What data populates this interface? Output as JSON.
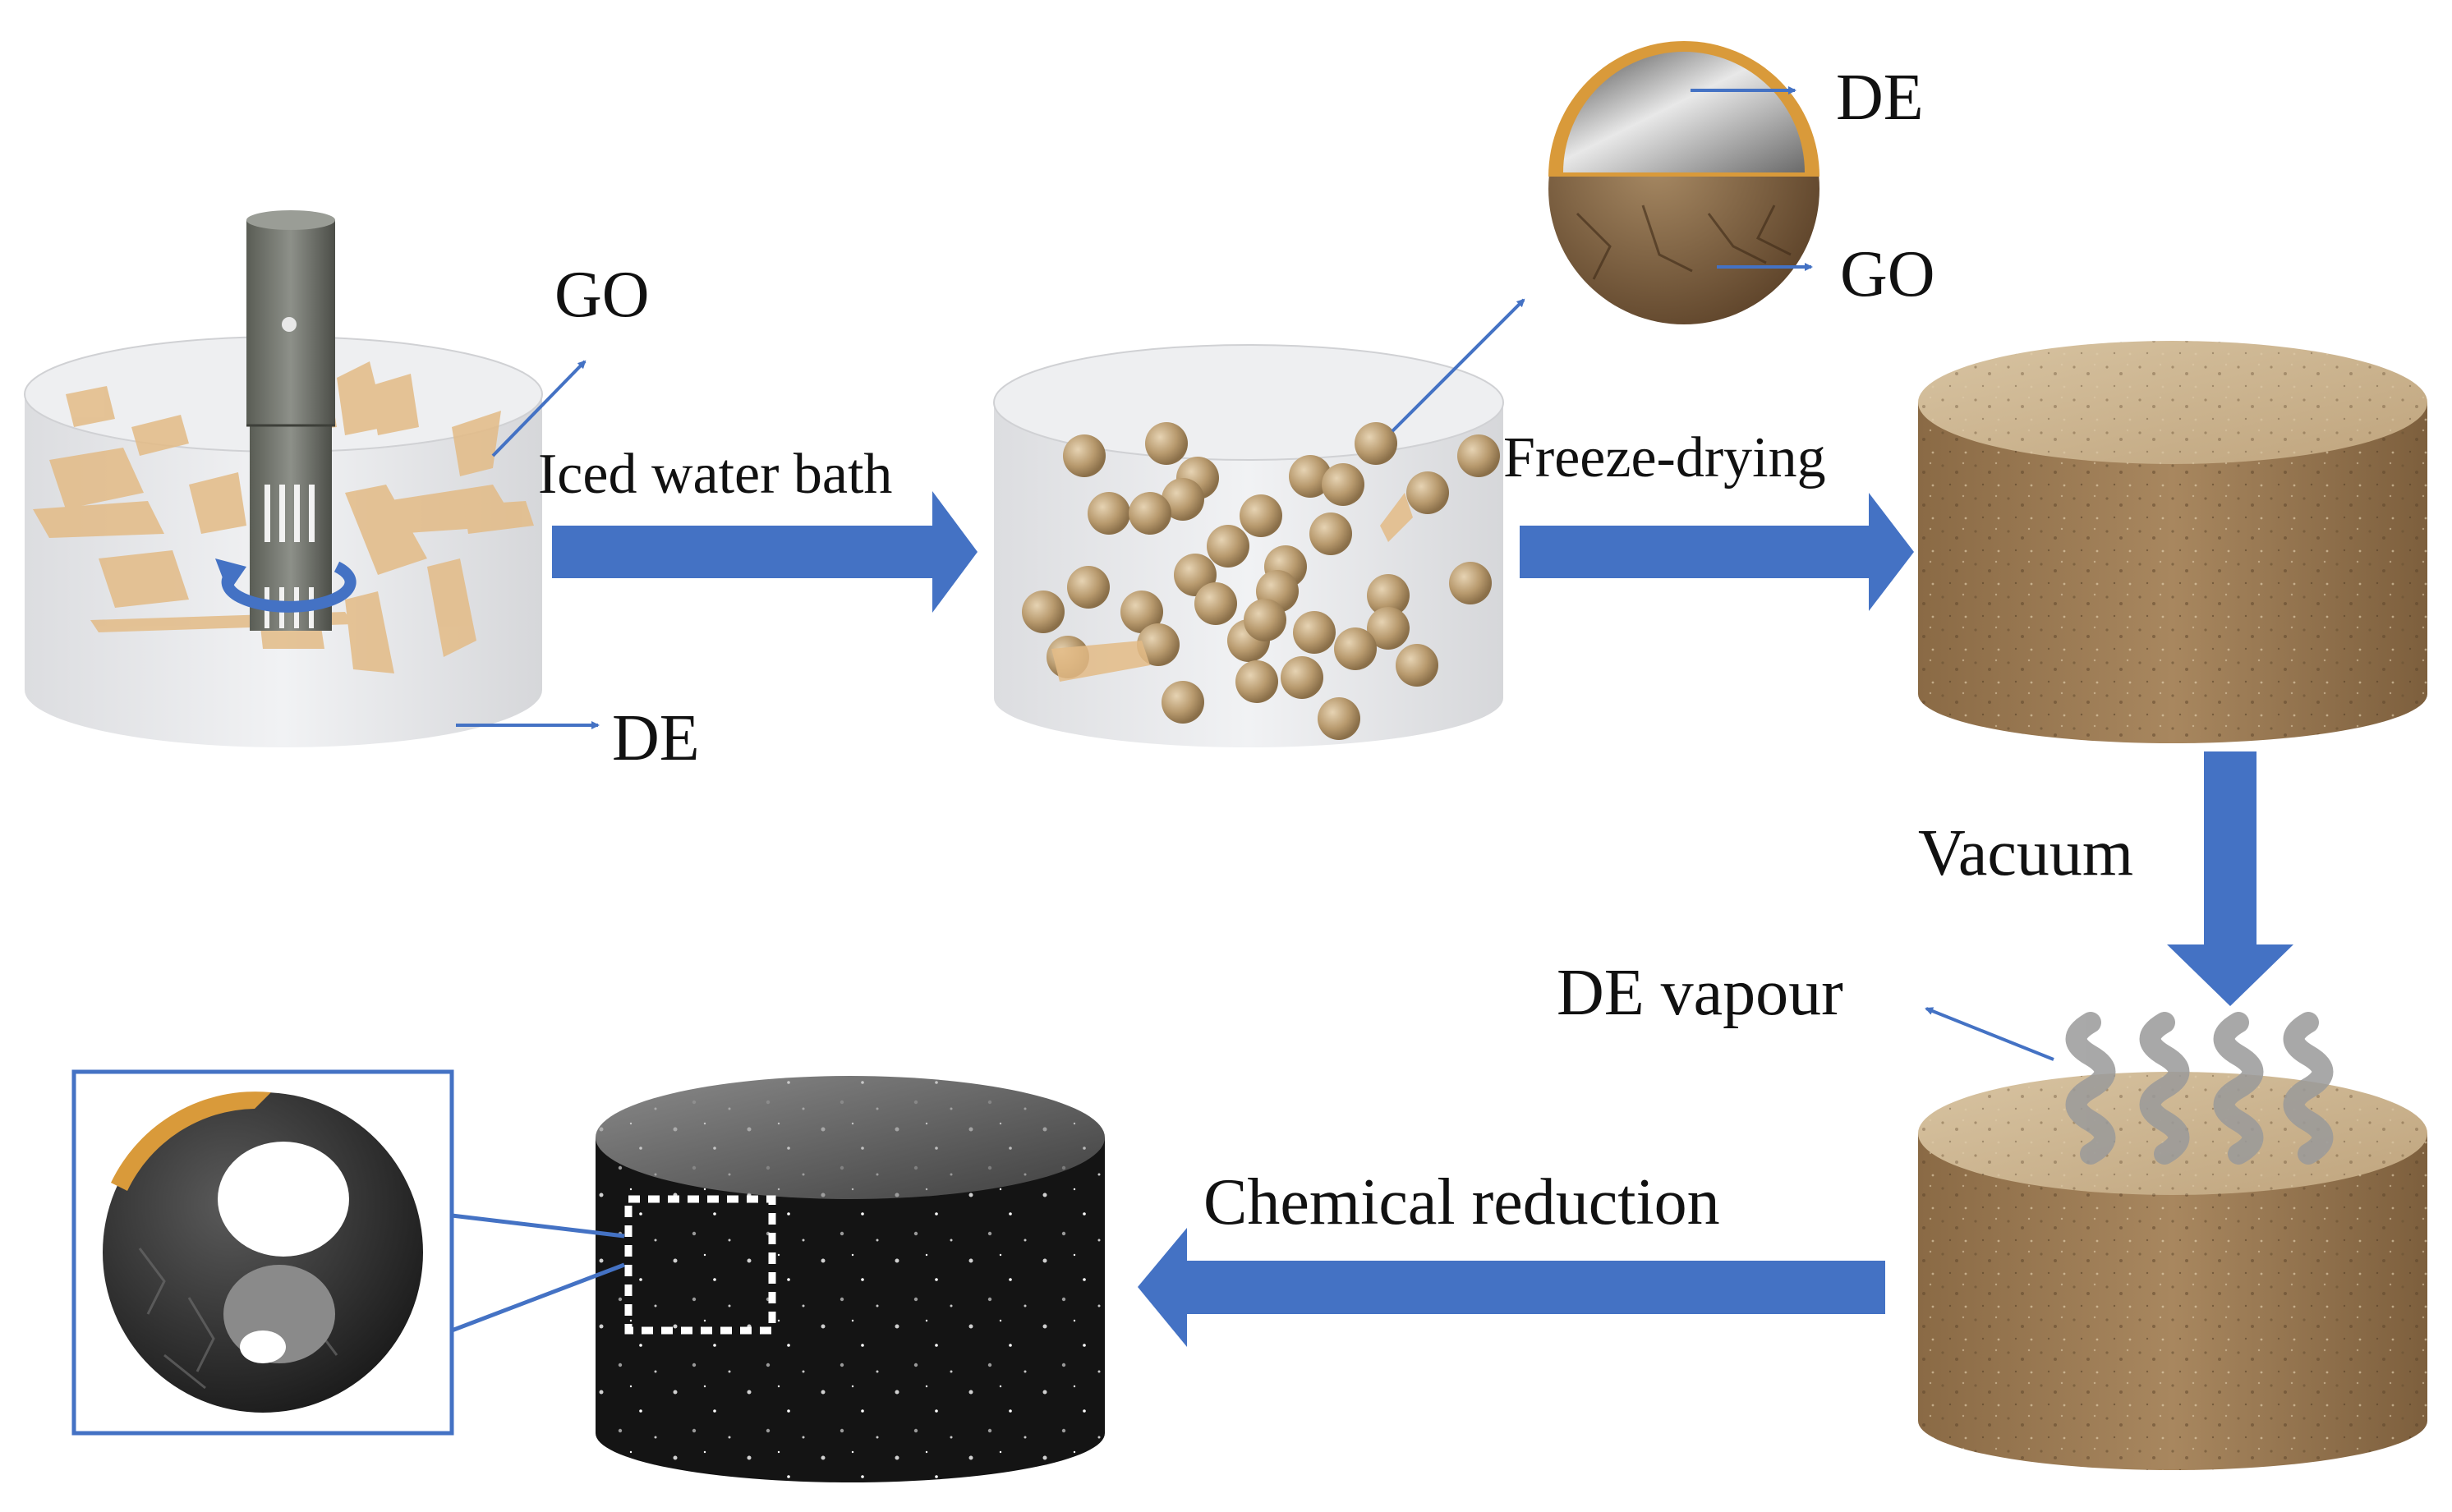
{
  "labels": {
    "go_top": "GO",
    "de_bottom": "DE",
    "iced_water_bath": "Iced water bath",
    "freeze_drying": "Freeze-drying",
    "sphere_de": "DE",
    "sphere_go": "GO",
    "vacuum": "Vacuum",
    "de_vapour": "DE vapour",
    "chemical_reduction": "Chemical reduction"
  },
  "colors": {
    "arrow_blue": "#4472c4",
    "go_flake": "#e3bb86",
    "bead": "#b89a6e",
    "cylinder_glass": "#e8e9eb",
    "sponge_top": "#c7ae8a",
    "sponge_side": "#9c7b55",
    "reduced_black": "#141414",
    "shell_orange": "#d99a3a"
  },
  "icons": [
    "homogenizer-probe-icon",
    "rotation-arrow-icon",
    "vapour-wave-icon"
  ]
}
